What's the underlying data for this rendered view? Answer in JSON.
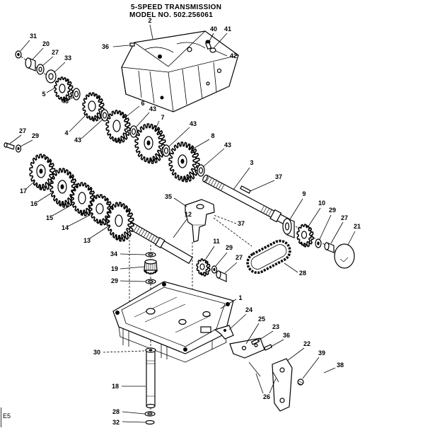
{
  "title": {
    "line1": "5-SPEED TRANSMISSION",
    "line2": "MODEL NO. 502.256061"
  },
  "callouts": [
    "2",
    "36",
    "40",
    "41",
    "42",
    "31",
    "20",
    "27",
    "33",
    "5",
    "43",
    "4",
    "43",
    "6",
    "43",
    "7",
    "43",
    "8",
    "43",
    "3",
    "37",
    "27",
    "29",
    "17",
    "16",
    "15",
    "14",
    "13",
    "35",
    "12",
    "37",
    "9",
    "10",
    "29",
    "27",
    "21",
    "11",
    "29",
    "27",
    "28",
    "34",
    "19",
    "29",
    "1",
    "24",
    "25",
    "23",
    "36",
    "22",
    "39",
    "38",
    "26",
    "30",
    "18",
    "28",
    "32"
  ],
  "corner_code": "E5"
}
